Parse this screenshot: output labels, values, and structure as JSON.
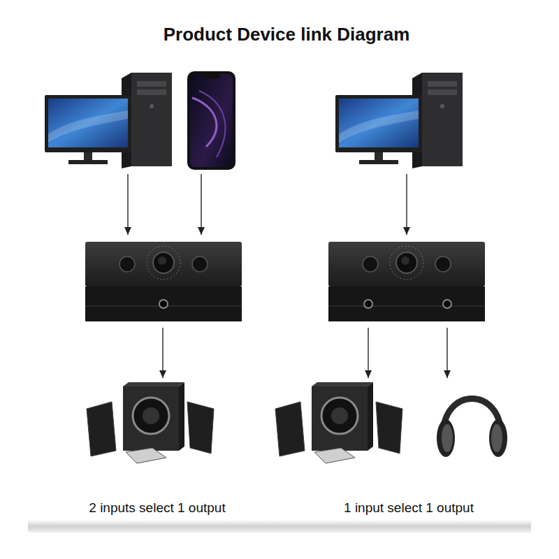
{
  "diagram": {
    "title": "Product Device link Diagram",
    "nodes": [
      {
        "text": []
      },
      {
        "text": []
      },
      {
        "text": []
      },
      {
        "text": []
      },
      {
        "text": []
      },
      {
        "text": []
      },
      {
        "text": []
      },
      {
        "text": []
      }
    ],
    "edges": [
      {
        "from": 0,
        "to": 2,
        "arrow": "to"
      },
      {
        "from": 1,
        "to": 2,
        "arrow": "to"
      },
      {
        "from": 2,
        "to": 3,
        "arrow": "to"
      },
      {
        "from": 4,
        "to": 5,
        "arrow": "to"
      },
      {
        "from": 5,
        "to": 6,
        "arrow": "to"
      },
      {
        "from": 5,
        "to": 7,
        "arrow": "to"
      }
    ],
    "labels": [
      "2 inputs select 1 output",
      "1 input select 1 output"
    ]
  }
}
